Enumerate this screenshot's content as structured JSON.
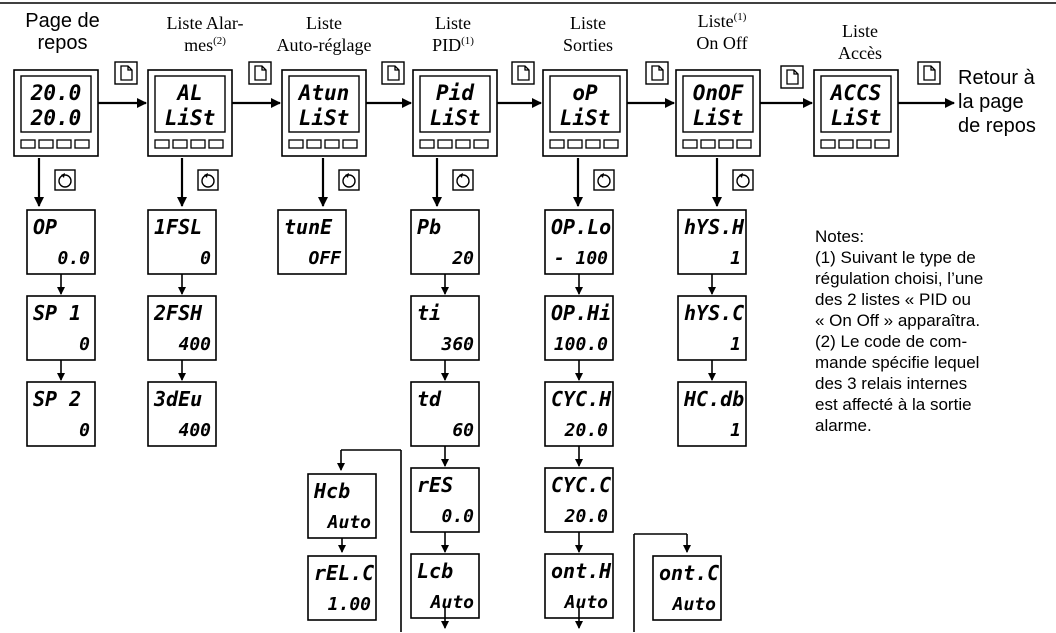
{
  "headers": {
    "page_repos": [
      "Page de",
      "repos"
    ],
    "liste_alarmes": [
      "Liste Alar-",
      "mes",
      "(2)"
    ],
    "liste_autoreglage": [
      "Liste",
      "Auto-réglage"
    ],
    "liste_pid": [
      "Liste",
      "PID",
      "(1)"
    ],
    "liste_sorties": [
      "Liste",
      "Sorties"
    ],
    "liste_onoff": [
      "Liste",
      "(1)",
      "On Off"
    ],
    "liste_acces": [
      "Liste",
      "Accès"
    ]
  },
  "retour": [
    "Retour à",
    "la page",
    "de repos"
  ],
  "notes": {
    "title": "Notes:",
    "lines": [
      "(1) Suivant le type de",
      "régulation choisi, l’une",
      "des 2 listes « PID ou",
      "« On Off » apparaîtra.",
      "(2) Le code de com-",
      "mande spécifie lequel",
      "des 3 relais internes",
      "est affecté à la sortie",
      "alarme."
    ]
  },
  "top_displays": {
    "repos": [
      "20.0",
      "20.0"
    ],
    "alarmes": [
      "AL",
      "LiSt"
    ],
    "autoreglage": [
      "Atun",
      "LiSt"
    ],
    "pid": [
      "Pid",
      "LiSt"
    ],
    "sorties": [
      "oP",
      "LiSt"
    ],
    "onoff": [
      "OnOF",
      "LiSt"
    ],
    "acces": [
      "ACCS",
      "LiSt"
    ]
  },
  "params": {
    "repos": [
      [
        "OP",
        "0.0"
      ],
      [
        "SP  1",
        "0"
      ],
      [
        "SP  2",
        "0"
      ]
    ],
    "alarmes": [
      [
        "1FSL",
        "0"
      ],
      [
        "2FSH",
        "400"
      ],
      [
        "3dEu",
        "400"
      ]
    ],
    "autoreglage": [
      [
        "tunE",
        "OFF"
      ]
    ],
    "pid": [
      [
        "Pb",
        "20"
      ],
      [
        "ti",
        "360"
      ],
      [
        "td",
        "60"
      ],
      [
        "rES",
        "0.0"
      ],
      [
        "Lcb",
        "Auto"
      ]
    ],
    "pid_side": [
      [
        "Hcb",
        "Auto"
      ],
      [
        "rEL.C",
        "1.00"
      ]
    ],
    "sorties": [
      [
        "OP.Lo",
        "- 100"
      ],
      [
        "OP.Hi",
        "100.0"
      ],
      [
        "CYC.H",
        "20.0"
      ],
      [
        "CYC.C",
        "20.0"
      ],
      [
        "ont.H",
        "Auto"
      ]
    ],
    "sorties_side": [
      [
        "ont.C",
        "Auto"
      ]
    ],
    "onoff": [
      [
        "hYS.H",
        "1"
      ],
      [
        "hYS.C",
        "1"
      ],
      [
        "HC.db",
        "1"
      ]
    ]
  },
  "icons": {
    "page_key": "page-key-icon",
    "scroll_key": "scroll-key-icon"
  }
}
